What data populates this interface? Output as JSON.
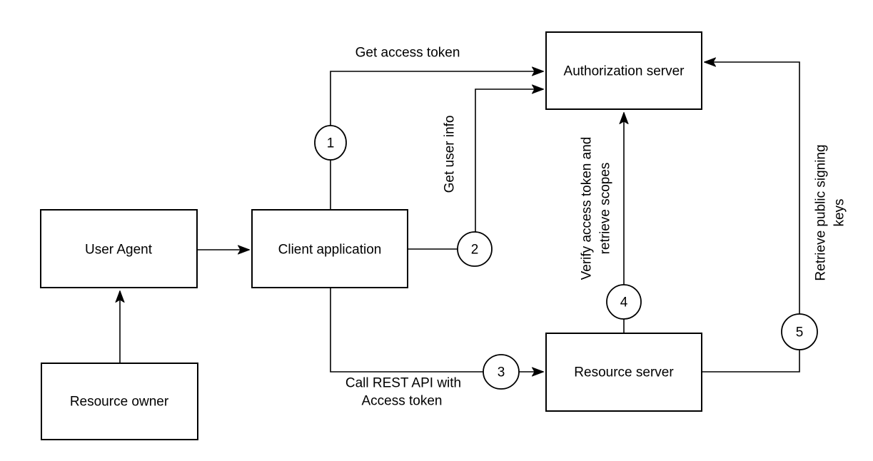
{
  "diagram": {
    "background_color": "#ffffff",
    "stroke_color": "#000000",
    "text_color": "#000000",
    "node_fill_color": "#ffffff",
    "nodes": {
      "user_agent": {
        "label": "User Agent"
      },
      "resource_owner": {
        "label": "Resource owner"
      },
      "client_application": {
        "label": "Client application"
      },
      "authorization_server": {
        "label": "Authorization server"
      },
      "resource_server": {
        "label": "Resource server"
      }
    },
    "steps": {
      "step1": {
        "number": "1",
        "label": "Get access token"
      },
      "step2": {
        "number": "2",
        "label": "Get user info"
      },
      "step3": {
        "number": "3",
        "label_line1": "Call REST API with",
        "label_line2": "Access token"
      },
      "step4": {
        "number": "4",
        "label_line1": "Verify access token and",
        "label_line2": "retrieve scopes"
      },
      "step5": {
        "number": "5",
        "label_line1": "Retrieve public signing",
        "label_line2": "keys"
      }
    }
  }
}
